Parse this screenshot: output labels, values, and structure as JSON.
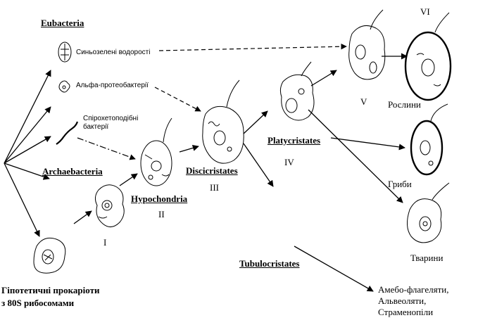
{
  "groups": {
    "eubacteria": "Eubacteria",
    "archaebacteria": "Archaebacteria",
    "hypochondria": "Hypochondria",
    "discicristates": "Discicristates",
    "platycristates": "Platycristates",
    "tubulocristates": "Tubulocristates"
  },
  "bacteria": {
    "cyanobacteria": "Синьозелені водорості",
    "alphaproteobacteria": "Альфа-протеобактерії",
    "spirochete_line1": "Спірохетоподібні",
    "spirochete_line2": "бактерії"
  },
  "stages": {
    "i": "I",
    "ii": "II",
    "iii": "III",
    "iv": "IV",
    "v": "V",
    "vi": "VI"
  },
  "outcomes": {
    "plants": "Рослини",
    "fungi": "Гриби",
    "animals": "Тварини",
    "protists_line1": "Амебо-флагеляти,",
    "protists_line2": "Альвеоляти,",
    "protists_line3": "Страменопіли"
  },
  "root": {
    "line1": "Гіпотетичні прокаріоти",
    "line2": "з 80S рибосомами"
  }
}
